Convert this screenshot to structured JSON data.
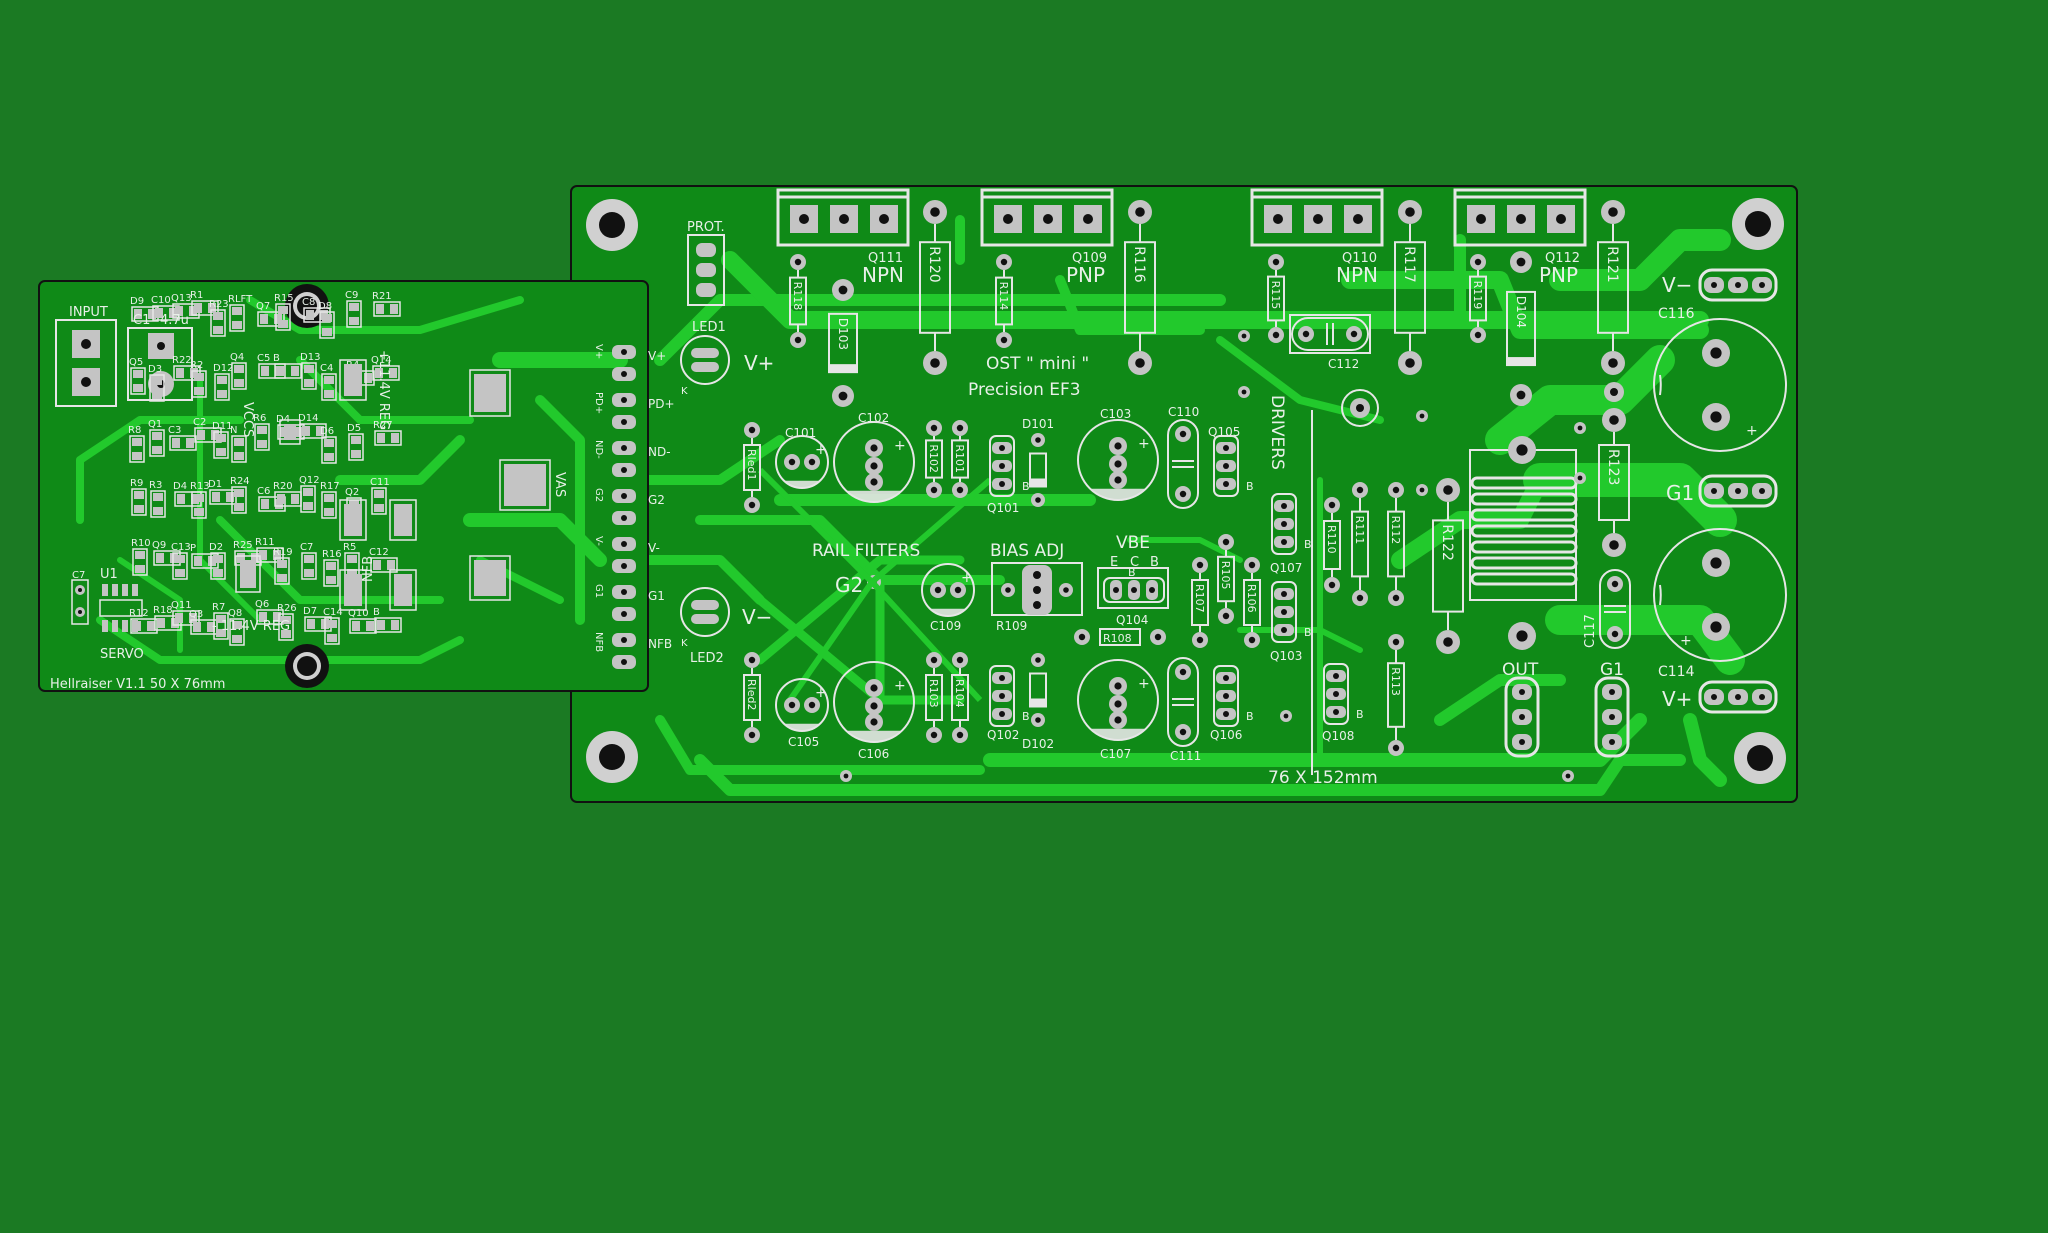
{
  "colors": {
    "background": "#1b7a23",
    "board": "#0f8a17",
    "trace": "#22c92c",
    "pad": "#c4c4c4",
    "silk": "#e6e6e6",
    "outline": "#111111"
  },
  "left_board": {
    "footer": "Hellraiser V1.1  50 X 76mm",
    "input_label": "INPUT",
    "c1_label": "C1",
    "c1_value": "4.7u",
    "servo_label": "SERVO",
    "u1_label": "U1",
    "vccs_label": "VCCS",
    "vas_label": "VAS",
    "pos_reg_label": "+11.4V REG",
    "neg_reg_label": "- 11.4V REG",
    "nfb_label": "NFB",
    "header_pins": [
      "V+",
      "PD+",
      "ND-",
      "G2",
      "V-",
      "G1",
      "NFB"
    ],
    "parts": [
      "D9",
      "Q5",
      "R8",
      "R9",
      "R10",
      "R12",
      "C10",
      "D3",
      "Q1",
      "R3",
      "Q9",
      "R18",
      "Q13",
      "R22",
      "C3",
      "D4",
      "C13",
      "Q11",
      "R1",
      "R2",
      "C2",
      "R13",
      "P",
      "Q3",
      "R23",
      "D12",
      "D11",
      "D1",
      "D2",
      "R7",
      "RLFT",
      "Q4",
      "N",
      "R24",
      "R25",
      "Q8",
      "Q7",
      "C5",
      "R6",
      "C6",
      "R11",
      "Q6",
      "R15",
      "B",
      "D4",
      "R20",
      "R19",
      "R26",
      "C8",
      "D13",
      "D14",
      "Q12",
      "C7",
      "D7",
      "D8",
      "C4",
      "D6",
      "R17",
      "R16",
      "C14",
      "C9",
      "R4",
      "D5",
      "Q2",
      "R5",
      "Q10",
      "R21",
      "Q14",
      "R27",
      "C11",
      "C12",
      "B"
    ]
  },
  "right_board": {
    "footer": "76 X 152mm",
    "title_line1": "OST \" mini \"",
    "title_line2": "Precision EF3",
    "prot_label": "PROT.",
    "led1_label": "LED1",
    "led2_label": "LED2",
    "k_label": "K",
    "vplus": "V+",
    "vminus": "V−",
    "rail_filters": "RAIL FILTERS",
    "g2_label": "G2",
    "bias_adj": "BIAS ADJ",
    "vbe": "VBE",
    "ecb": [
      "E",
      "C",
      "B"
    ],
    "drivers": "DRIVERS",
    "out_label": "OUT",
    "g1_label": "G1",
    "output_transistors": [
      {
        "ref": "Q111",
        "type": "NPN"
      },
      {
        "ref": "Q109",
        "type": "PNP"
      },
      {
        "ref": "Q110",
        "type": "NPN"
      },
      {
        "ref": "Q112",
        "type": "PNP"
      }
    ],
    "resistors": [
      "R118",
      "R120",
      "R114",
      "R116",
      "R115",
      "R117",
      "R119",
      "R121",
      "Rled1",
      "Rled2",
      "R102",
      "R101",
      "R103",
      "R104",
      "R107",
      "R105",
      "R106",
      "R108",
      "R109",
      "R110",
      "R111",
      "R112",
      "R113",
      "R122",
      "R123"
    ],
    "capacitors": [
      "C101",
      "C102",
      "C103",
      "C105",
      "C106",
      "C107",
      "C109",
      "C110",
      "C111",
      "C112",
      "C116",
      "C114",
      "C117"
    ],
    "transistors": [
      "Q101",
      "Q102",
      "Q103",
      "Q104",
      "Q105",
      "Q106",
      "Q107",
      "Q108"
    ],
    "diodes": [
      "D101",
      "D102",
      "D103",
      "D104"
    ],
    "base_mark": "B",
    "plus_mark": "+"
  }
}
